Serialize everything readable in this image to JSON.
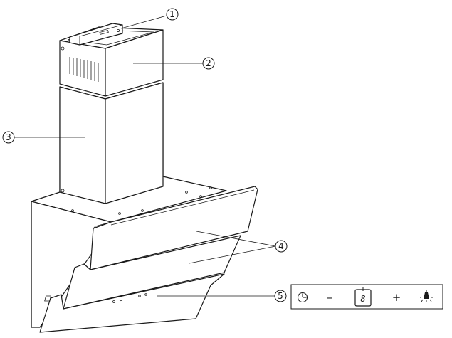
{
  "callouts": [
    {
      "id": "1",
      "label": "1"
    },
    {
      "id": "2",
      "label": "2"
    },
    {
      "id": "3",
      "label": "3"
    },
    {
      "id": "4",
      "label": "4"
    },
    {
      "id": "5",
      "label": "5"
    }
  ],
  "control_panel": {
    "timer_icon": "clock-icon",
    "minus_symbol": "–",
    "display_value": "8",
    "plus_symbol": "+",
    "light_icon": "lamp-icon"
  }
}
